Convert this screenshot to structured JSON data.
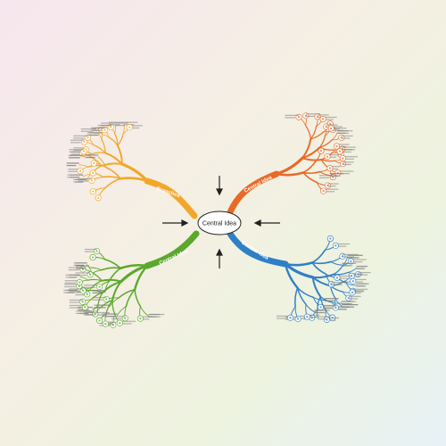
{
  "center": {
    "label": "Central Idea"
  },
  "branches": [
    {
      "key": "top-left",
      "label": "Branches",
      "color": "#f2a72a"
    },
    {
      "key": "top-right",
      "label": "Central Idea",
      "color": "#e86a28"
    },
    {
      "key": "bottom-left",
      "label": "Central Idea",
      "color": "#5aa82c"
    },
    {
      "key": "bottom-right",
      "label": "Central Idea",
      "color": "#2f7fc6"
    }
  ],
  "colors": {
    "arrow": "#222222",
    "center_stroke": "#222222",
    "center_fill": "#ffffff"
  },
  "arrows": [
    "top",
    "left",
    "right",
    "bottom"
  ]
}
